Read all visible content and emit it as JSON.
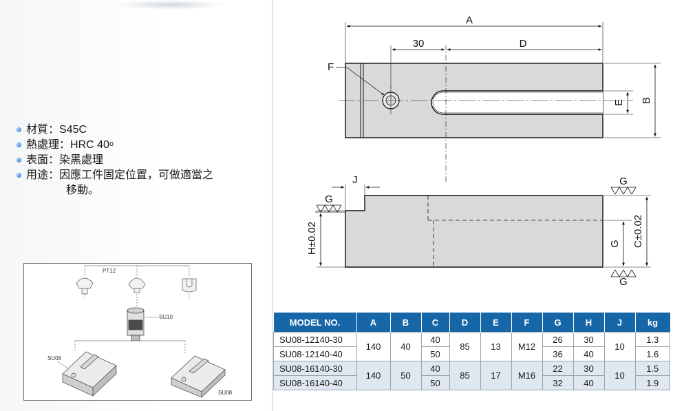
{
  "specs": {
    "material": {
      "key": "材質",
      "sep": "：",
      "value": "S45C"
    },
    "heat": {
      "key": "熱處理",
      "sep": "：",
      "value": "HRC 40",
      "sup": "o"
    },
    "surface": {
      "key": "表面",
      "sep": "：",
      "value": "染黑處理"
    },
    "usage": {
      "key": "用途",
      "sep": "：",
      "value": "因應工件固定位置，可做適當之",
      "cont": "移動。"
    }
  },
  "assembly": {
    "pt12": "PT12",
    "su10": "SU10",
    "su08_left": "SU08",
    "su08_right": "SU08"
  },
  "drawing": {
    "a": "A",
    "thirty": "30",
    "d": "D",
    "f": "F",
    "e": "E",
    "b": "B",
    "j": "J",
    "g_left": "G",
    "g_top": "G",
    "g_bottom": "G",
    "g_mid": "G",
    "h": "H±0.02",
    "c": "C±0.02"
  },
  "table": {
    "headers": [
      "MODEL NO.",
      "A",
      "B",
      "C",
      "D",
      "E",
      "F",
      "G",
      "H",
      "J",
      "kg"
    ],
    "groups": [
      {
        "a": "140",
        "b": "40",
        "d": "85",
        "e": "13",
        "f": "M12",
        "j": "10",
        "rows": [
          {
            "model": "SU08-12140-30",
            "c": "40",
            "g": "26",
            "h": "30",
            "kg": "1.3"
          },
          {
            "model": "SU08-12140-40",
            "c": "50",
            "g": "36",
            "h": "40",
            "kg": "1.6"
          }
        ]
      },
      {
        "a": "140",
        "b": "50",
        "d": "85",
        "e": "17",
        "f": "M16",
        "j": "10",
        "rows": [
          {
            "model": "SU08-16140-30",
            "c": "40",
            "g": "22",
            "h": "30",
            "kg": "1.5"
          },
          {
            "model": "SU08-16140-40",
            "c": "50",
            "g": "32",
            "h": "40",
            "kg": "1.9"
          }
        ]
      }
    ]
  }
}
